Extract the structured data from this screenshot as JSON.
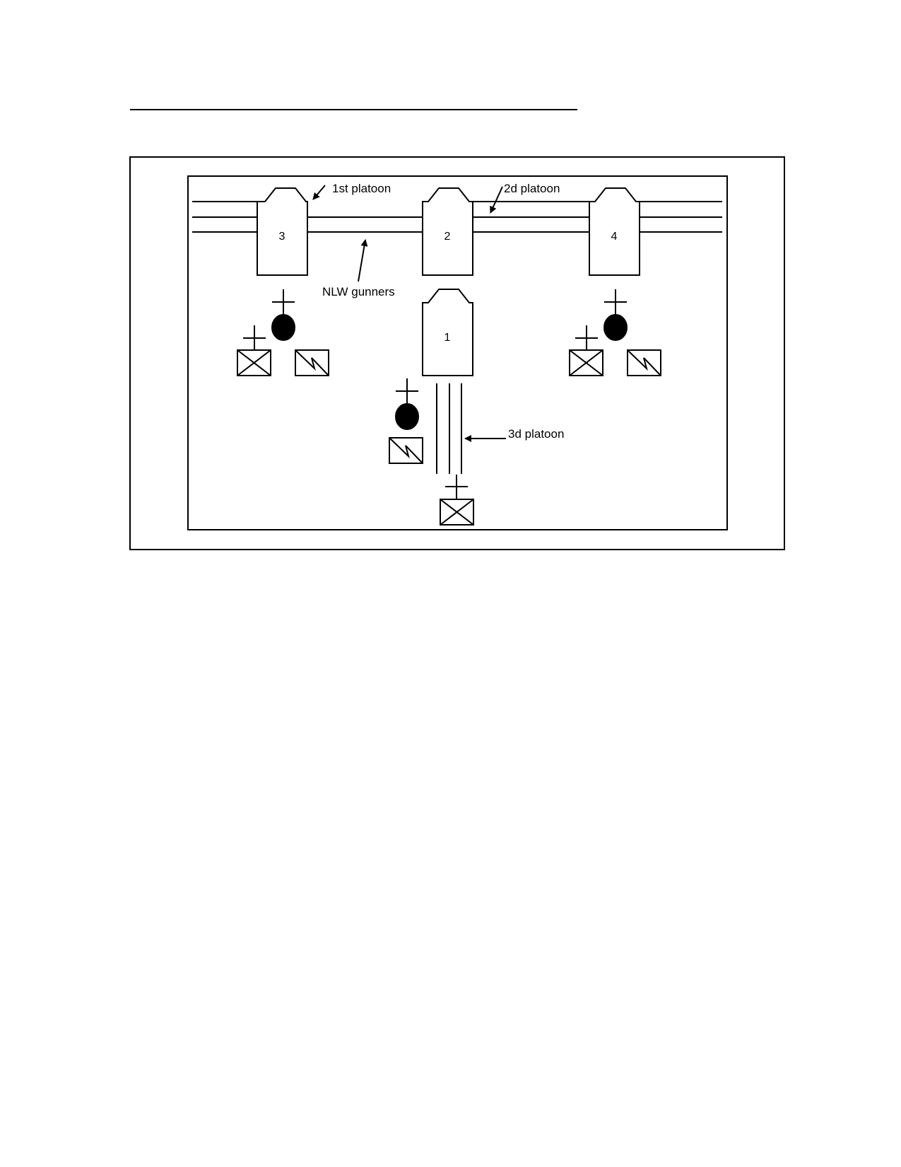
{
  "page": {
    "rule": "header-rule"
  },
  "diagram": {
    "vehicles": [
      {
        "id": "3",
        "label": "3"
      },
      {
        "id": "2",
        "label": "2"
      },
      {
        "id": "4",
        "label": "4"
      },
      {
        "id": "1",
        "label": "1"
      }
    ],
    "labels": {
      "first_platoon": "1st platoon",
      "second_platoon": "2d platoon",
      "third_platoon": "3d platoon",
      "nlw_gunners": "NLW gunners"
    },
    "symbols": {
      "leader": "platoon-leader-icon",
      "infantry": "infantry-unit-icon",
      "signal": "signal-unit-icon"
    },
    "colors": {
      "stroke": "#000000",
      "background": "#ffffff"
    }
  }
}
